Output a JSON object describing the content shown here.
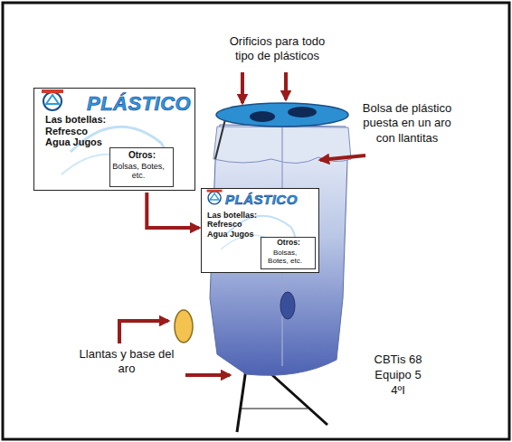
{
  "diagram": {
    "nodes": [
      {
        "text": [
          "PLÁSTICO",
          "Las botellas: Refresco Agua Jugos"
        ]
      },
      {
        "text": [
          "Otros:",
          "Bolsas, Botes, etc."
        ],
        "in": 0
      },
      {
        "text": [
          "PLÁSTICO",
          "Las botellas: Refresco Agua Jugos"
        ]
      },
      {
        "text": [
          "Otros:",
          "Bolsas, Botes, etc."
        ],
        "in": 2
      }
    ],
    "edges": [
      {
        "from": 0,
        "to": 2,
        "arrow": "to"
      }
    ],
    "labels": [
      "Orificios para todo tipo de plásticos",
      "Bolsa de plástico puesta en un aro con llantitas",
      "Llantas y base del aro",
      "CBTis 68",
      "Equipo 5",
      "4ºI"
    ]
  }
}
